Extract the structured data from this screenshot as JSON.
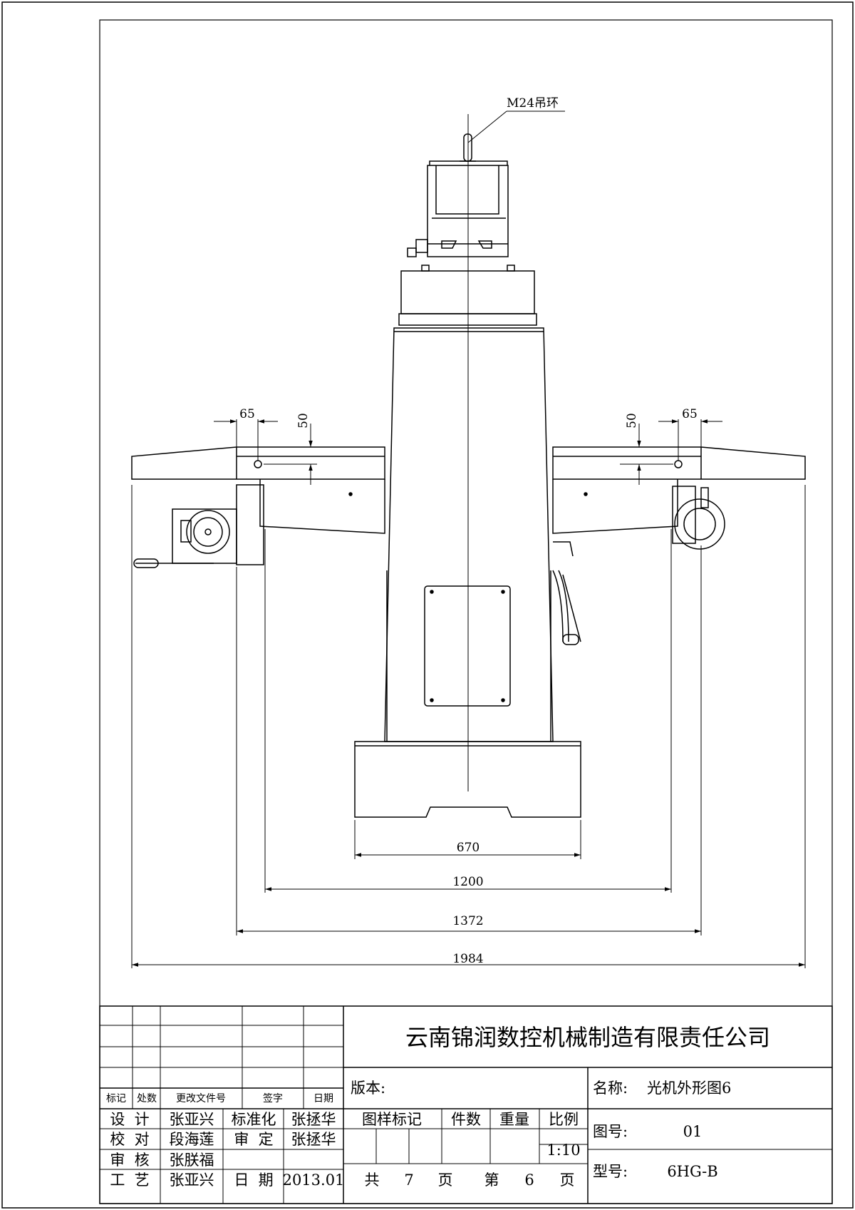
{
  "drawing": {
    "callout": "M24吊环",
    "dims": {
      "left_65": "65",
      "left_50": "50",
      "right_50": "50",
      "right_65": "65",
      "base_width": "670",
      "d1200": "1200",
      "d1372": "1372",
      "d1984": "1984"
    }
  },
  "title_block": {
    "company": "云南锦润数控机械制造有限责任公司",
    "revision_headers": [
      "标记",
      "处数",
      "更改文件号",
      "签字",
      "日期"
    ],
    "rows": [
      {
        "role": "设  计",
        "person": "张亚兴",
        "role2": "标准化",
        "person2": "张拯华"
      },
      {
        "role": "校  对",
        "person": "段海莲",
        "role2": "审  定",
        "person2": "张拯华"
      },
      {
        "role": "审  核",
        "person": "张朕福",
        "role2": "",
        "person2": ""
      },
      {
        "role": "工  艺",
        "person": "张亚兴",
        "role2": "日  期",
        "person2": "2013.01"
      }
    ],
    "version_label": "版本:",
    "sample_mark": "图样标记",
    "count": "件数",
    "weight": "重量",
    "scale_label": "比例",
    "scale_value": "1:10",
    "total_pages_label": "共",
    "total_pages": "7",
    "page_unit": "页",
    "page_label": "第",
    "page_number": "6",
    "page_unit2": "页",
    "name_label": "名称:",
    "name_value": "光机外形图6",
    "drawing_no_label": "图号:",
    "drawing_no_value": "01",
    "model_label": "型号:",
    "model_value": "6HG-B"
  }
}
